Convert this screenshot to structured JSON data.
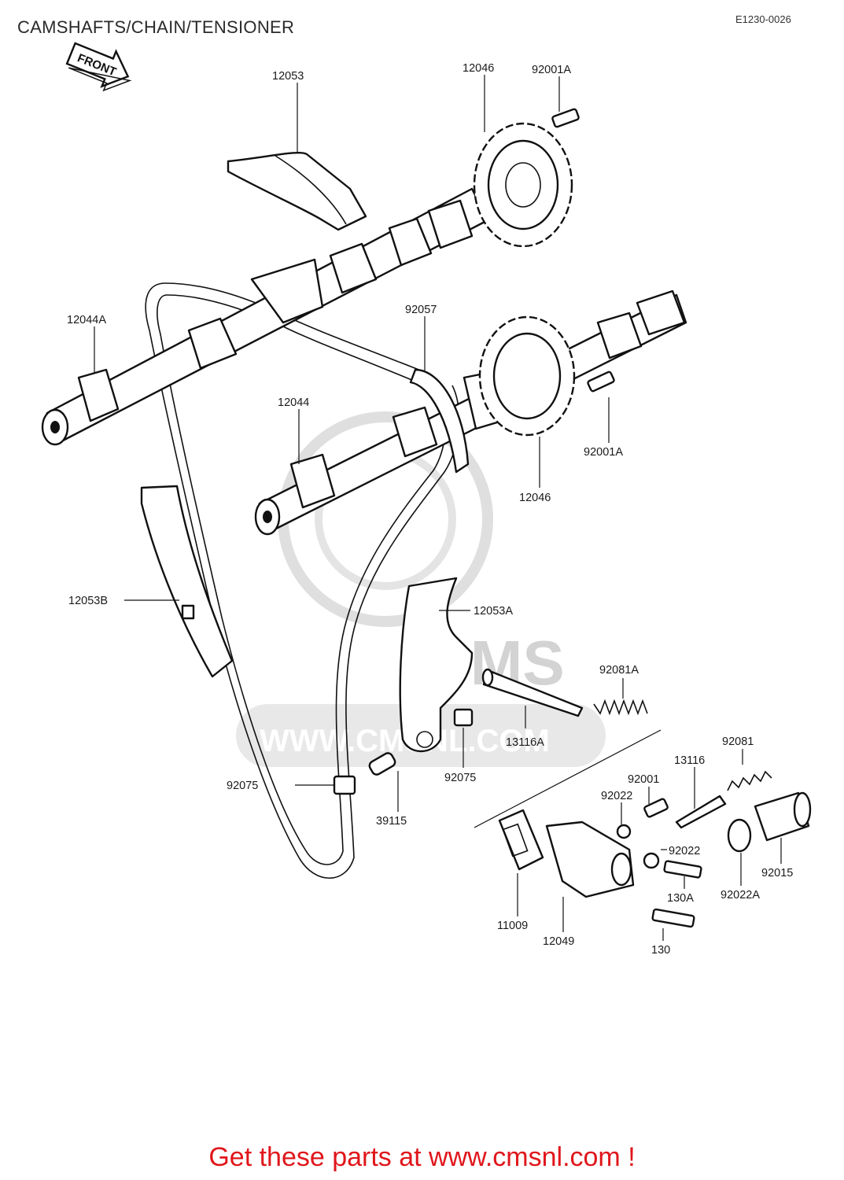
{
  "header": {
    "title": "CAMSHAFTS/CHAIN/TENSIONER",
    "diagram_code": "E1230-0026"
  },
  "front_arrow_label": "FRONT",
  "watermark": {
    "url": "WWW.CMSNL.COM",
    "brand": "CMS"
  },
  "parts": [
    {
      "label": "12053"
    },
    {
      "label": "12046"
    },
    {
      "label": "92001A"
    },
    {
      "label": "12044A"
    },
    {
      "label": "92057"
    },
    {
      "label": "12044"
    },
    {
      "label": "92001A"
    },
    {
      "label": "12046"
    },
    {
      "label": "12053B"
    },
    {
      "label": "12053A"
    },
    {
      "label": "92081A"
    },
    {
      "label": "13116A"
    },
    {
      "label": "92081"
    },
    {
      "label": "13116"
    },
    {
      "label": "92001"
    },
    {
      "label": "92022"
    },
    {
      "label": "92075"
    },
    {
      "label": "92075"
    },
    {
      "label": "39115"
    },
    {
      "label": "92022"
    },
    {
      "label": "92015"
    },
    {
      "label": "130A"
    },
    {
      "label": "92022A"
    },
    {
      "label": "11009"
    },
    {
      "label": "12049"
    },
    {
      "label": "130"
    }
  ],
  "footer": {
    "text": "Get these parts at www.cmsnl.com !",
    "color": "#e0161b"
  }
}
